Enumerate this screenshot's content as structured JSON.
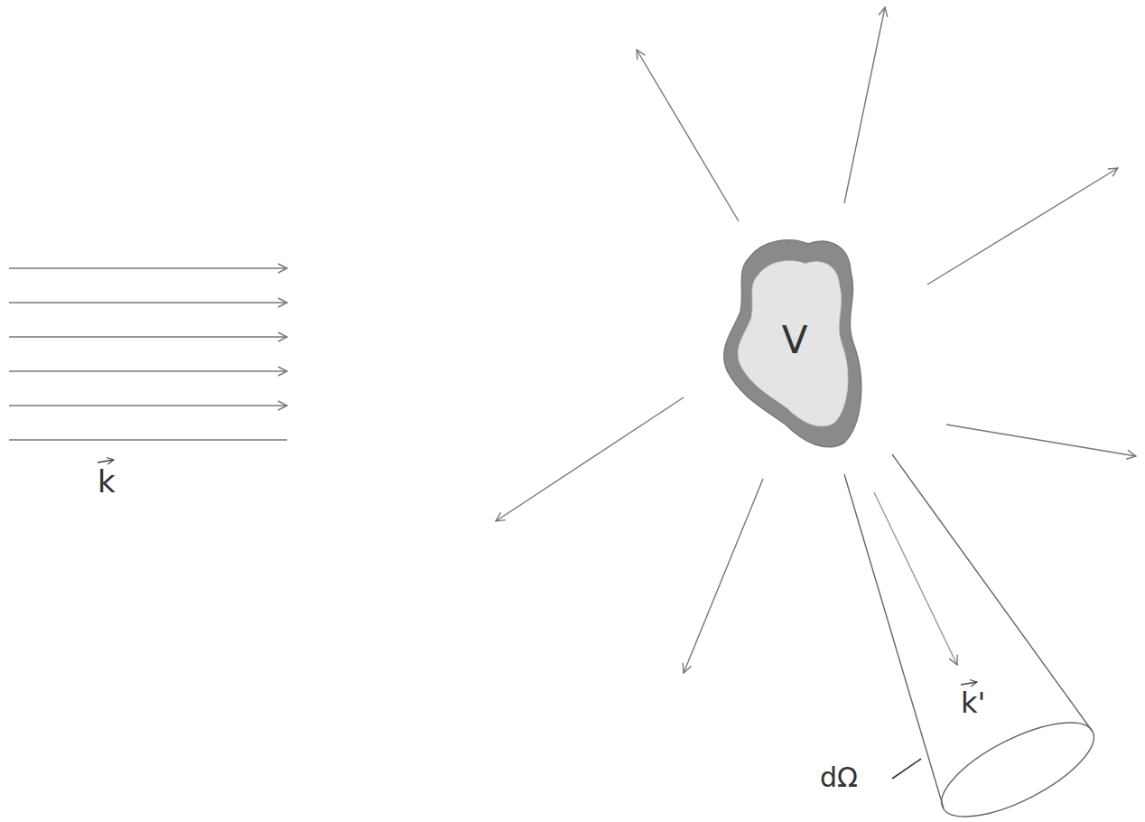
{
  "diagram": {
    "nodes": [
      {
        "text": [
          "V"
        ]
      }
    ],
    "labels": [
      "k",
      "k'",
      "dΩ"
    ]
  }
}
